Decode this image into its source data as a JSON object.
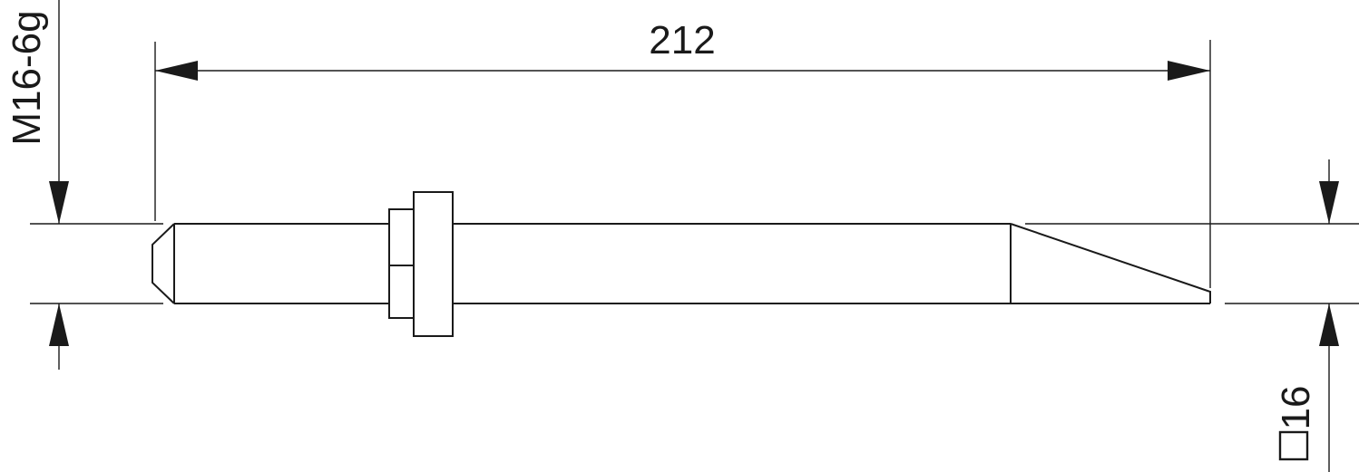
{
  "dimensions": {
    "length_label": "212",
    "thread_label": "M16-6g",
    "square_label": "16"
  },
  "colors": {
    "line": "#1a1a1a",
    "background": "#ffffff"
  }
}
